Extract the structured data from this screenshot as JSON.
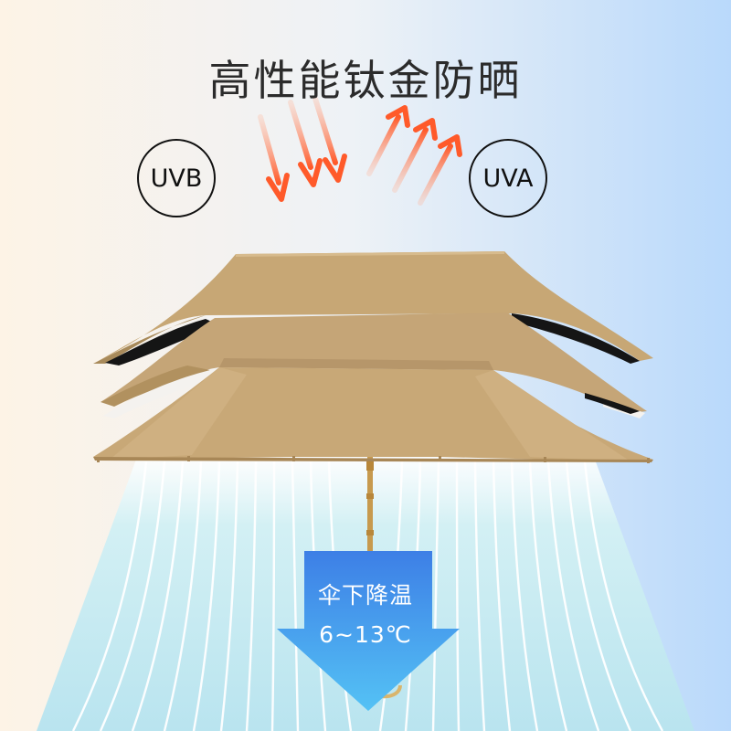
{
  "headline": "高性能钛金防晒",
  "badges": {
    "left": "UVB",
    "right": "UVA"
  },
  "cooling": {
    "label": "伞下降温",
    "range": "6~13℃"
  },
  "colors": {
    "canopy": "#c8a977",
    "canopy_dark": "#b09263",
    "arrow_orange": "#ff6e3a",
    "cool_arrow": "#3c9cf0",
    "airflow": "#cfeef3"
  },
  "icons": [
    "uv-ray-arrow-icon",
    "cooling-down-arrow-icon"
  ]
}
